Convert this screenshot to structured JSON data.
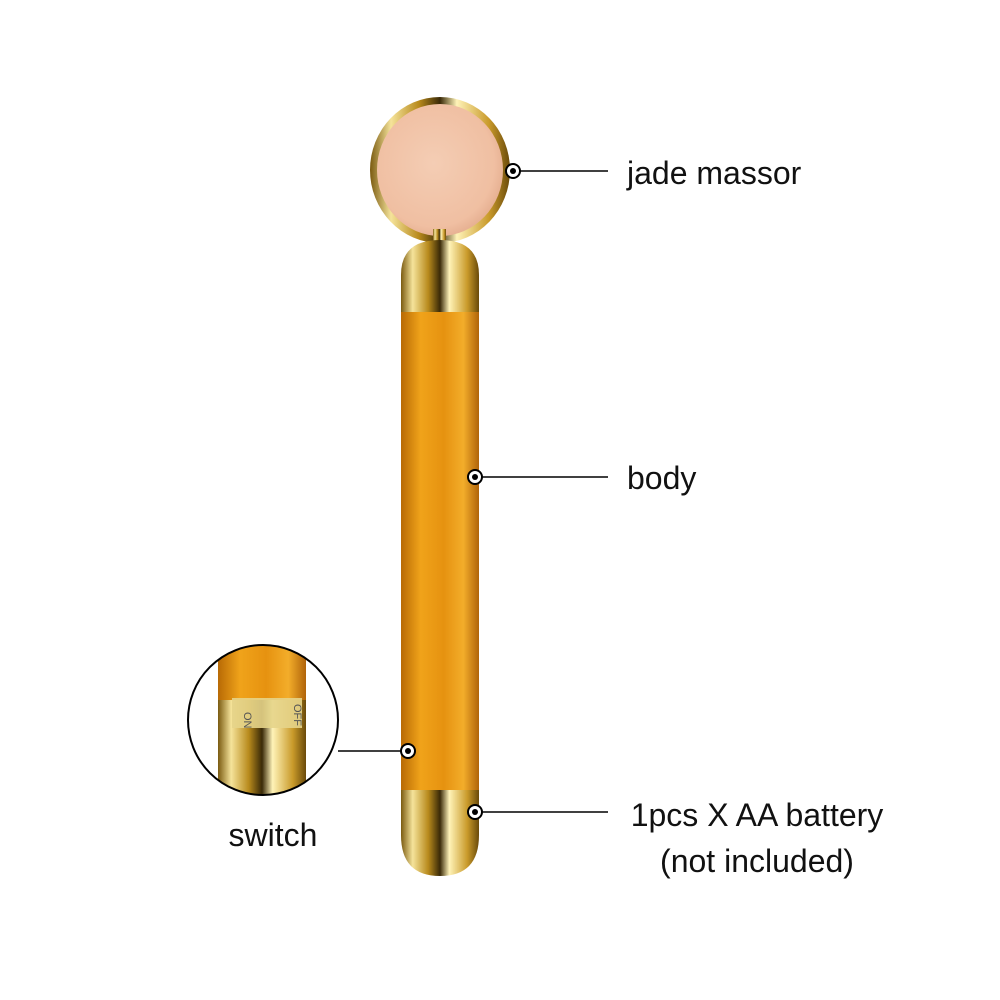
{
  "labels": {
    "jade": "jade massor",
    "body": "body",
    "battery_line1": "1pcs X AA battery",
    "battery_line2": "(not included)",
    "switch": "switch"
  },
  "switch_marks": {
    "on": "ON",
    "off": "OFF"
  },
  "colors": {
    "jade": "#f2c4aa",
    "gold": "#d9b54a",
    "body": "#e8970f",
    "line": "#000000"
  }
}
